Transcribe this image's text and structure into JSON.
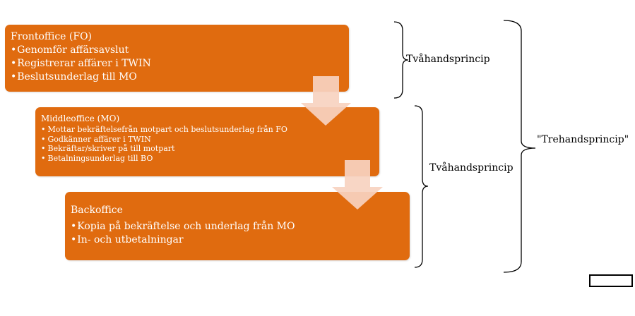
{
  "frontoffice": {
    "title": "Frontoffice (FO)",
    "items": [
      "Genomför affärsavslut",
      "Registrerar affärer i TWIN",
      "Beslutsunderlag till MO"
    ]
  },
  "middleoffice": {
    "title": "Middleoffice (MO)",
    "items": [
      "Mottar bekräftelsefrån motpart och beslutsunderlag från FO",
      "Godkänner affärer i TWIN",
      "Bekräftar/skriver på till motpart",
      "Betalningsunderlag till BO"
    ]
  },
  "backoffice": {
    "title": "Backoffice",
    "items": [
      "Kopia på bekräftelse och underlag från MO",
      "In- och utbetalningar"
    ]
  },
  "labels": {
    "two_hand_1": "Tvåhandsprincip",
    "two_hand_2": "Tvåhandsprincip",
    "three_hand": "\"Trehandsprincip\""
  },
  "colors": {
    "box_fill": "#e06b0f",
    "arrow_fill": "#f7d2c0",
    "text_on_box": "#ffffff"
  }
}
